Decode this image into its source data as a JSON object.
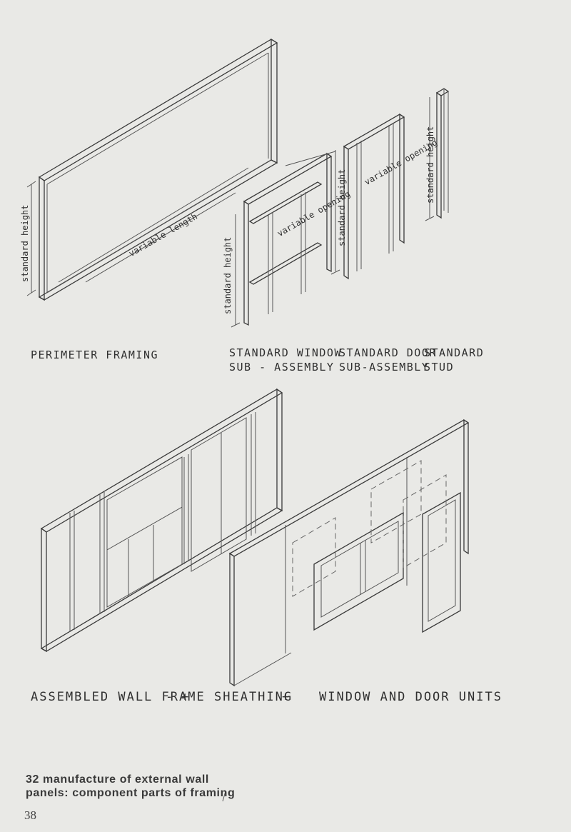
{
  "labels": {
    "standard_height": "standard height",
    "variable_length": "variable length",
    "variable_opening": "variable opening",
    "perimeter_framing": "PERIMETER FRAMING",
    "standard_window_line1": "STANDARD WINDOW",
    "standard_window_line2": "SUB - ASSEMBLY",
    "standard_door_line1": "STANDARD DOOR",
    "standard_door_line2": "SUB-ASSEMBLY",
    "standard_stud_line1": "STANDARD",
    "standard_stud_line2": "STUD",
    "assembled_wall_frame": "ASSEMBLED WALL FRAME",
    "plus": "+",
    "dash": "-",
    "sheathing": "SHEATHING",
    "window_and_door_units": "WINDOW AND DOOR UNITS"
  },
  "caption": {
    "number": "32",
    "line1": "manufacture of external wall",
    "line2": "panels: component parts of framing"
  },
  "page_number": "38"
}
